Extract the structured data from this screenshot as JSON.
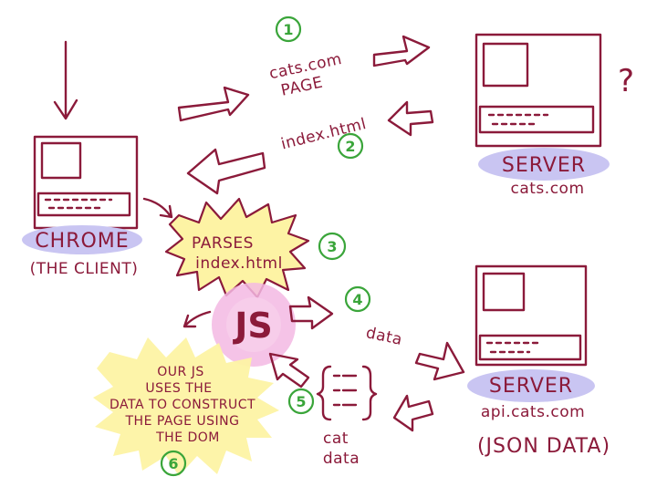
{
  "colors": {
    "ink": "#8b1a3a",
    "green": "#3aa53a",
    "lavender": "#c9c5f2",
    "yellow": "#fdf3a4",
    "pink": "#f3b9e3"
  },
  "chrome": {
    "label": "CHROME",
    "sublabel": "(THE CLIENT)"
  },
  "server1": {
    "label": "SERVER",
    "sublabel": "cats.com",
    "question": "?"
  },
  "server2": {
    "label": "SERVER",
    "sublabel": "api.cats.com",
    "note": "(JSON DATA)"
  },
  "step1": {
    "number": "1",
    "line1": "cats.com",
    "line2": "PAGE"
  },
  "step2": {
    "number": "2",
    "text": "index.html"
  },
  "step3": {
    "number": "3",
    "line1": "PARSES",
    "line2": "index.html"
  },
  "step4": {
    "number": "4",
    "text": "data"
  },
  "step5": {
    "number": "5",
    "line1": "cat",
    "line2": "data"
  },
  "step6": {
    "number": "6",
    "lines": [
      "OUR JS",
      "USES THE",
      "DATA TO CONSTRUCT",
      "THE PAGE USING",
      "THE DOM"
    ]
  },
  "js": {
    "label": "JS"
  }
}
